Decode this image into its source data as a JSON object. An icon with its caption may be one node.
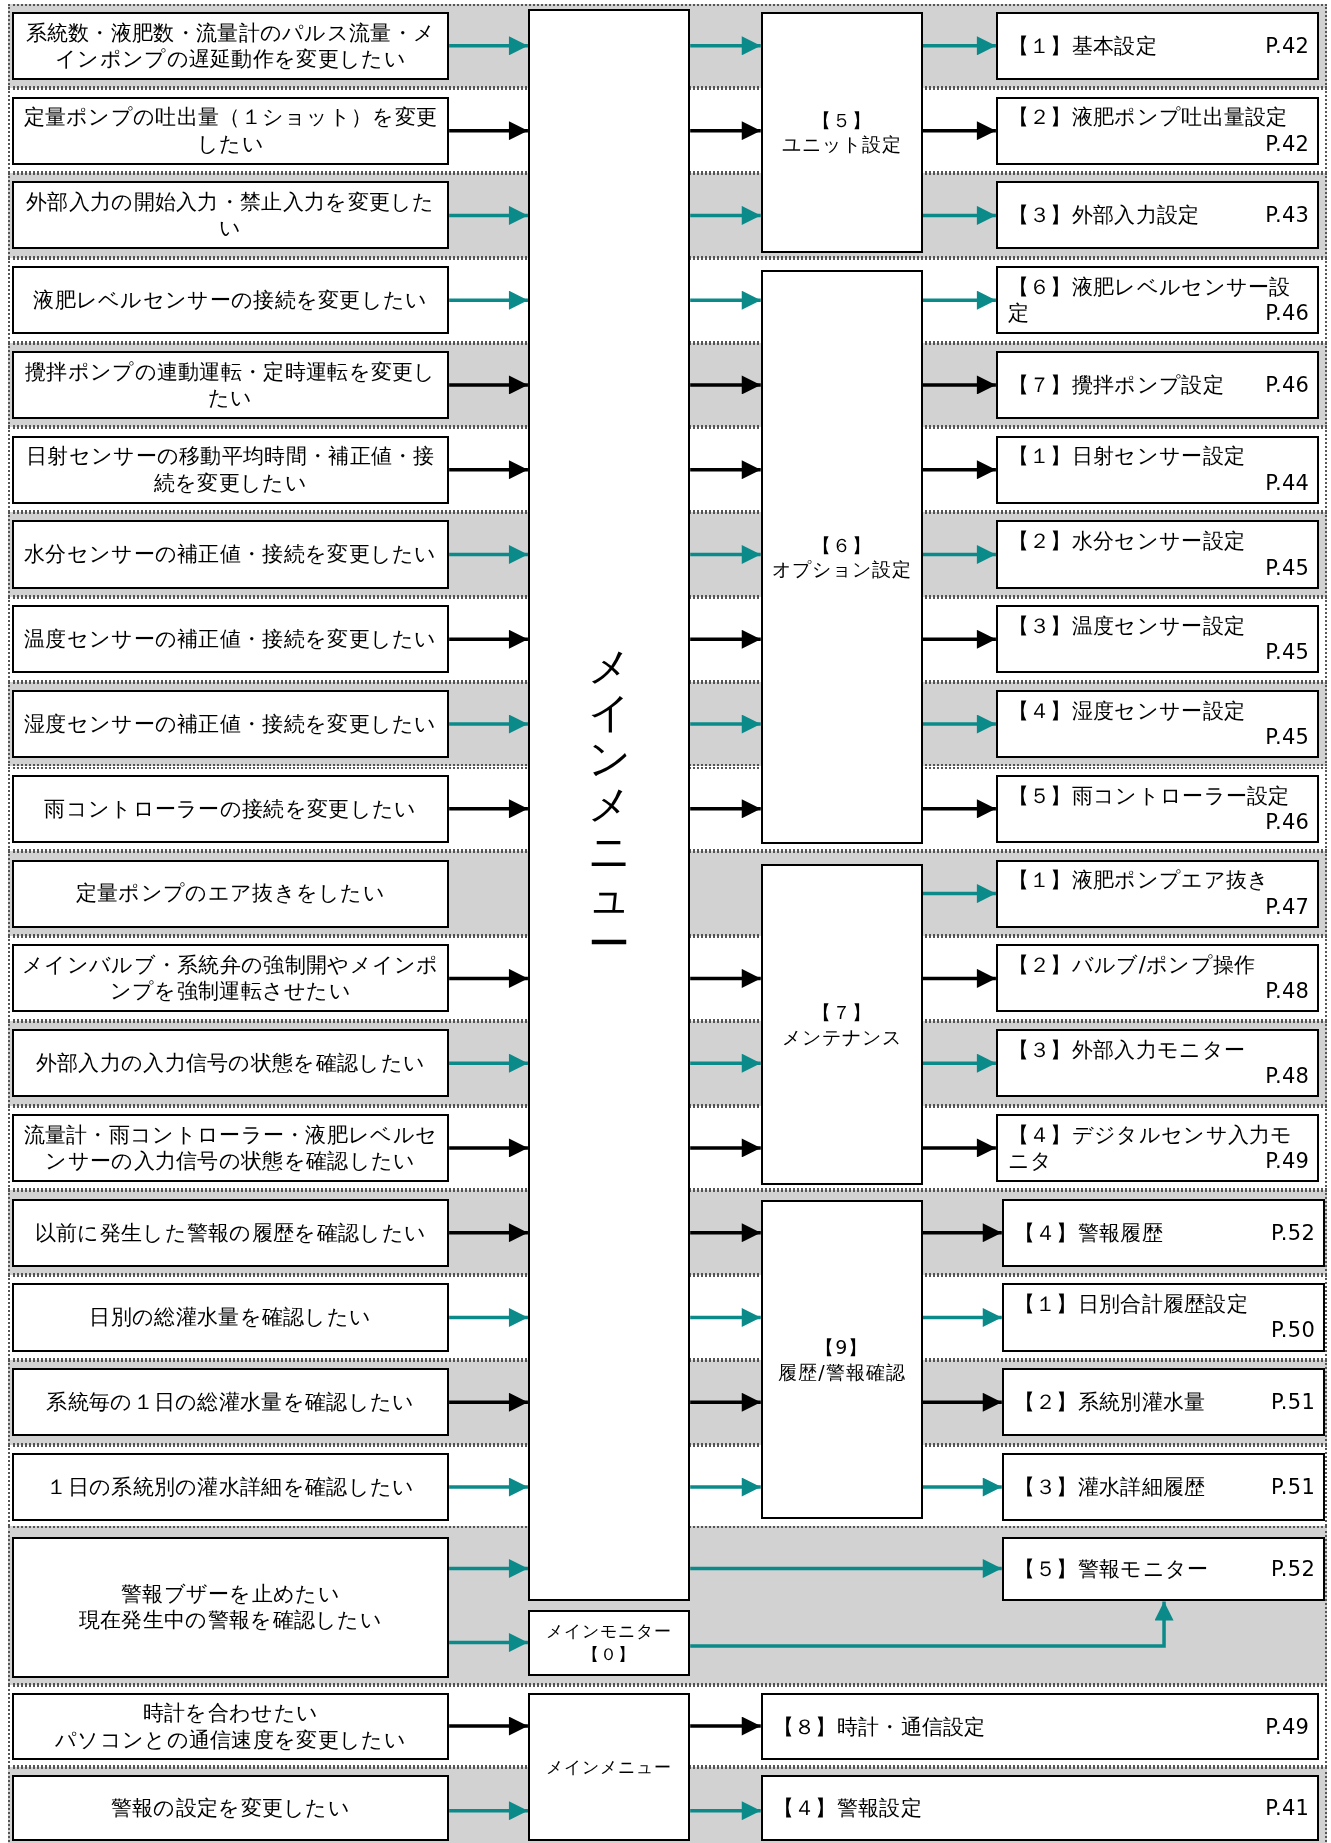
{
  "diagram": {
    "nodes": [
      {
        "text": [
          "系統数・液肥数・流量計のパルス流量・メインポンプの遅延動作を変更したい"
        ]
      },
      {
        "text": [
          "定量ポンプの吐出量（１ショット）を変更したい"
        ]
      },
      {
        "text": [
          "外部入力の開始入力・禁止入力を変更したい"
        ]
      },
      {
        "text": [
          "液肥レベルセンサーの接続を変更したい"
        ]
      },
      {
        "text": [
          "攪拌ポンプの連動運転・定時運転を変更したい"
        ]
      },
      {
        "text": [
          "日射センサーの移動平均時間・補正値・接続を変更したい"
        ]
      },
      {
        "text": [
          "水分センサーの補正値・接続を変更したい"
        ]
      },
      {
        "text": [
          "温度センサーの補正値・接続を変更したい"
        ]
      },
      {
        "text": [
          "湿度センサーの補正値・接続を変更したい"
        ]
      },
      {
        "text": [
          "雨コントローラーの接続を変更したい"
        ]
      },
      {
        "text": [
          "定量ポンプのエア抜きをしたい"
        ]
      },
      {
        "text": [
          "メインバルブ・系統弁の強制開やメインポンプを強制運転させたい"
        ]
      },
      {
        "text": [
          "外部入力の入力信号の状態を確認したい"
        ]
      },
      {
        "text": [
          "流量計・雨コントローラー・液肥レベルセンサーの入力信号の状態を確認したい"
        ]
      },
      {
        "text": [
          "以前に発生した警報の履歴を確認したい"
        ]
      },
      {
        "text": [
          "日別の総灌水量を確認したい"
        ]
      },
      {
        "text": [
          "系統毎の１日の総灌水量を確認したい"
        ]
      },
      {
        "text": [
          "１日の系統別の灌水詳細を確認したい"
        ]
      },
      {
        "text": [
          "警報ブザーを止めたい",
          "現在発生中の警報を確認したい"
        ]
      },
      {
        "text": [
          "時計を合わせたい",
          "パソコンとの通信速度を変更したい"
        ]
      },
      {
        "text": [
          "警報の設定を変更したい"
        ]
      },
      {
        "text": [
          "メインメニュー"
        ]
      },
      {
        "text": [
          "メインモニター",
          "【０】"
        ]
      },
      {
        "text": [
          "メインメニュー"
        ]
      },
      {
        "text": [
          "【５】",
          "ユニット設定"
        ]
      },
      {
        "text": [
          "【６】",
          "オプション設定"
        ]
      },
      {
        "text": [
          "【７】",
          "メンテナンス"
        ]
      },
      {
        "text": [
          "【9】",
          "履歴/警報確認"
        ]
      },
      {
        "text": [
          "【８】時計・通信設定",
          "P.49"
        ]
      },
      {
        "text": [
          "【４】警報設定",
          "P.41"
        ]
      },
      {
        "text": [
          "【１】基本設定",
          "P.42"
        ]
      },
      {
        "text": [
          "【２】液肥ポンプ吐出量設定",
          "P.42"
        ]
      },
      {
        "text": [
          "【３】外部入力設定",
          "P.43"
        ]
      },
      {
        "text": [
          "【６】液肥レベルセンサー設定",
          "P.46"
        ]
      },
      {
        "text": [
          "【７】攪拌ポンプ設定",
          "P.46"
        ]
      },
      {
        "text": [
          "【１】日射センサー設定",
          "P.44"
        ]
      },
      {
        "text": [
          "【２】水分センサー設定",
          "P.45"
        ]
      },
      {
        "text": [
          "【３】温度センサー設定",
          "P.45"
        ]
      },
      {
        "text": [
          "【４】湿度センサー設定",
          "P.45"
        ]
      },
      {
        "text": [
          "【５】雨コントローラー設定",
          "P.46"
        ]
      },
      {
        "text": [
          "【１】液肥ポンプエア抜き",
          "P.47"
        ]
      },
      {
        "text": [
          "【２】バルブ/ポンプ操作",
          "P.48"
        ]
      },
      {
        "text": [
          "【３】外部入力モニター",
          "P.48"
        ]
      },
      {
        "text": [
          "【４】デジタルセンサ入力モニタ",
          "P.49"
        ]
      },
      {
        "text": [
          "【４】警報履歴",
          "P.52"
        ]
      },
      {
        "text": [
          "【１】日別合計履歴設定",
          "P.50"
        ]
      },
      {
        "text": [
          "【２】系統別灌水量",
          "P.51"
        ]
      },
      {
        "text": [
          "【３】灌水詳細履歴",
          "P.51"
        ]
      },
      {
        "text": [
          "【５】警報モニター",
          "P.52"
        ]
      }
    ],
    "edges": [
      {
        "from": 0,
        "to": 21,
        "arrow": "to"
      },
      {
        "from": 21,
        "to": 24,
        "arrow": "to"
      },
      {
        "from": 24,
        "to": 30,
        "arrow": "to"
      },
      {
        "from": 1,
        "to": 21,
        "arrow": "to",
        "color": "#000000"
      },
      {
        "from": 21,
        "to": 24,
        "arrow": "to",
        "color": "#000000"
      },
      {
        "from": 24,
        "to": 31,
        "arrow": "to",
        "color": "#000000"
      },
      {
        "from": 2,
        "to": 21,
        "arrow": "to"
      },
      {
        "from": 21,
        "to": 24,
        "arrow": "to"
      },
      {
        "from": 24,
        "to": 32,
        "arrow": "to"
      },
      {
        "from": 3,
        "to": 21,
        "arrow": "to"
      },
      {
        "from": 21,
        "to": 25,
        "arrow": "to"
      },
      {
        "from": 25,
        "to": 33,
        "arrow": "to"
      },
      {
        "from": 4,
        "to": 21,
        "arrow": "to",
        "color": "#000000"
      },
      {
        "from": 21,
        "to": 25,
        "arrow": "to",
        "color": "#000000"
      },
      {
        "from": 25,
        "to": 34,
        "arrow": "to",
        "color": "#000000"
      },
      {
        "from": 5,
        "to": 21,
        "arrow": "to",
        "color": "#000000"
      },
      {
        "from": 21,
        "to": 25,
        "arrow": "to",
        "color": "#000000"
      },
      {
        "from": 25,
        "to": 35,
        "arrow": "to",
        "color": "#000000"
      },
      {
        "from": 6,
        "to": 21,
        "arrow": "to"
      },
      {
        "from": 21,
        "to": 25,
        "arrow": "to"
      },
      {
        "from": 25,
        "to": 36,
        "arrow": "to"
      },
      {
        "from": 7,
        "to": 21,
        "arrow": "to",
        "color": "#000000"
      },
      {
        "from": 21,
        "to": 25,
        "arrow": "to",
        "color": "#000000"
      },
      {
        "from": 25,
        "to": 37,
        "arrow": "to",
        "color": "#000000"
      },
      {
        "from": 8,
        "to": 21,
        "arrow": "to"
      },
      {
        "from": 21,
        "to": 25,
        "arrow": "to"
      },
      {
        "from": 25,
        "to": 38,
        "arrow": "to"
      },
      {
        "from": 9,
        "to": 21,
        "arrow": "to",
        "color": "#000000"
      },
      {
        "from": 21,
        "to": 25,
        "arrow": "to",
        "color": "#000000"
      },
      {
        "from": 25,
        "to": 39,
        "arrow": "to",
        "color": "#000000"
      },
      {
        "from": 26,
        "to": 40,
        "arrow": "to"
      },
      {
        "from": 11,
        "to": 21,
        "arrow": "to",
        "color": "#000000"
      },
      {
        "from": 21,
        "to": 26,
        "arrow": "to",
        "color": "#000000"
      },
      {
        "from": 26,
        "to": 41,
        "arrow": "to",
        "color": "#000000"
      },
      {
        "from": 12,
        "to": 21,
        "arrow": "to"
      },
      {
        "from": 21,
        "to": 26,
        "arrow": "to"
      },
      {
        "from": 26,
        "to": 42,
        "arrow": "to"
      },
      {
        "from": 13,
        "to": 21,
        "arrow": "to",
        "color": "#000000"
      },
      {
        "from": 21,
        "to": 26,
        "arrow": "to",
        "color": "#000000"
      },
      {
        "from": 26,
        "to": 43,
        "arrow": "to",
        "color": "#000000"
      },
      {
        "from": 14,
        "to": 21,
        "arrow": "to",
        "color": "#000000"
      },
      {
        "from": 21,
        "to": 27,
        "arrow": "to",
        "color": "#000000"
      },
      {
        "from": 27,
        "to": 44,
        "arrow": "to",
        "color": "#000000"
      },
      {
        "from": 15,
        "to": 21,
        "arrow": "to"
      },
      {
        "from": 21,
        "to": 27,
        "arrow": "to"
      },
      {
        "from": 27,
        "to": 45,
        "arrow": "to"
      },
      {
        "from": 16,
        "to": 21,
        "arrow": "to",
        "color": "#000000"
      },
      {
        "from": 21,
        "to": 27,
        "arrow": "to",
        "color": "#000000"
      },
      {
        "from": 27,
        "to": 46,
        "arrow": "to",
        "color": "#000000"
      },
      {
        "from": 17,
        "to": 21,
        "arrow": "to"
      },
      {
        "from": 21,
        "to": 27,
        "arrow": "to"
      },
      {
        "from": 27,
        "to": 47,
        "arrow": "to"
      },
      {
        "from": 18,
        "to": 21,
        "arrow": "to"
      },
      {
        "from": 18,
        "to": 22,
        "arrow": "to"
      },
      {
        "from": 21,
        "to": 48,
        "arrow": "to"
      },
      {
        "from": 22,
        "to": 48,
        "arrow": "to"
      },
      {
        "from": 19,
        "to": 23,
        "arrow": "to",
        "color": "#000000"
      },
      {
        "from": 23,
        "to": 28,
        "arrow": "to",
        "color": "#000000"
      },
      {
        "from": 20,
        "to": 23,
        "arrow": "to"
      },
      {
        "from": 23,
        "to": 29,
        "arrow": "to"
      }
    ]
  }
}
